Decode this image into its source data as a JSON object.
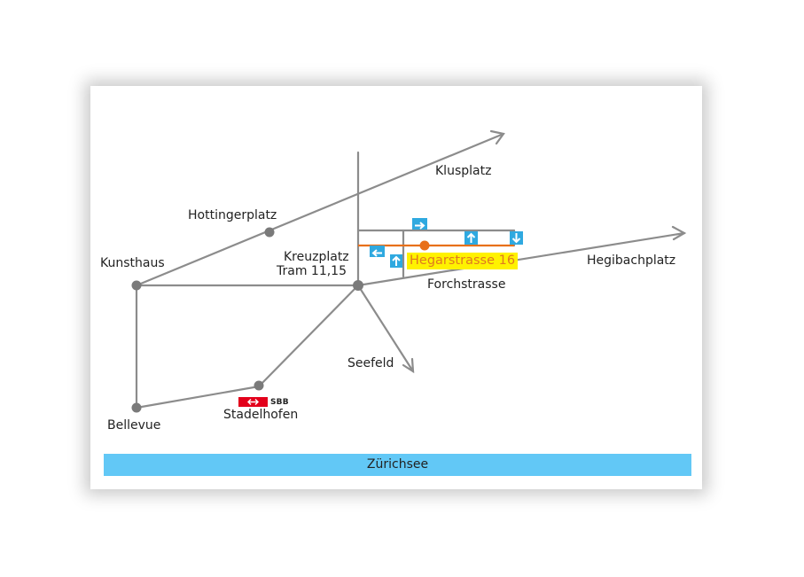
{
  "places": {
    "klusplatz": "Klusplatz",
    "hottingerplatz": "Hottingerplatz",
    "kunsthaus": "Kunsthaus",
    "kreuzplatz": "Kreuzplatz",
    "tram": "Tram 11,15",
    "hegibachplatz": "Hegibachplatz",
    "forchstrasse": "Forchstrasse",
    "seefeld": "Seefeld",
    "bellevue": "Bellevue",
    "stadelhofen": "Stadelhofen"
  },
  "destination": {
    "label": "Hegarstrasse 16",
    "highlight_color": "#fff200",
    "text_color": "#e07a1f",
    "marker_color": "#e8701a"
  },
  "lake": {
    "label": "Zürichsee",
    "color": "#62c8f6"
  },
  "sbb_logo": {
    "text": "SBB",
    "color": "#e3001b"
  },
  "colors": {
    "road": "#8c8c8c",
    "station_dot": "#7a7a7a",
    "street_line": "#e8701a",
    "sign_blue": "#2fa9e0"
  },
  "icons": {
    "sign_right": "arrow-right-icon",
    "sign_left": "arrow-left-icon",
    "sign_up": "arrow-up-icon",
    "sign_down": "arrow-down-icon"
  }
}
